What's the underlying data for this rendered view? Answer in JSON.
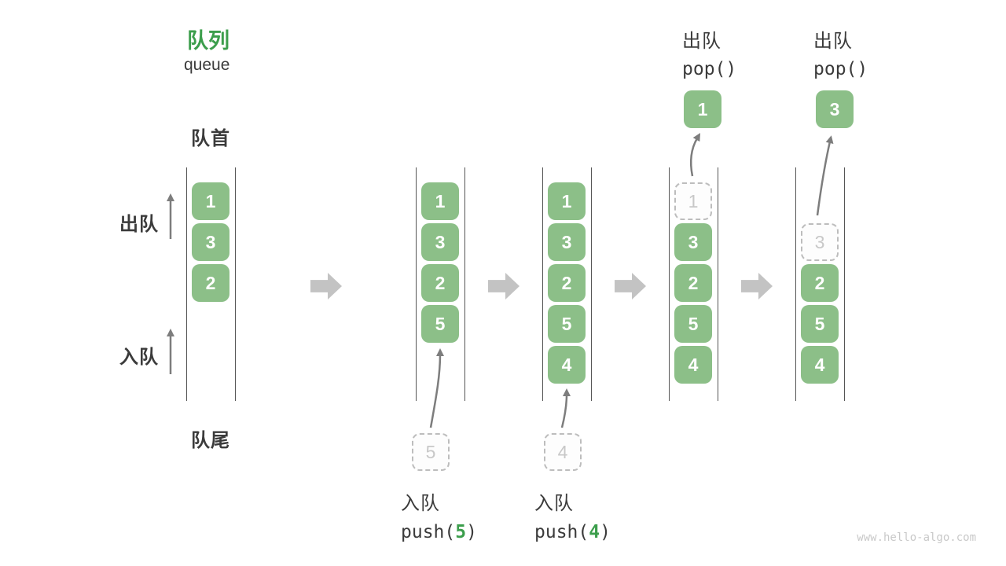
{
  "title": {
    "zh": "队列",
    "en": "queue"
  },
  "labels": {
    "front": "队首",
    "rear": "队尾",
    "dequeue_side": "出队",
    "enqueue_side": "入队"
  },
  "columns": [
    {
      "cells": [
        {
          "v": "1"
        },
        {
          "v": "3"
        },
        {
          "v": "2"
        }
      ]
    },
    {
      "cells": [
        {
          "v": "1"
        },
        {
          "v": "3"
        },
        {
          "v": "2"
        },
        {
          "v": "5"
        }
      ]
    },
    {
      "cells": [
        {
          "v": "1"
        },
        {
          "v": "3"
        },
        {
          "v": "2"
        },
        {
          "v": "5"
        },
        {
          "v": "4"
        }
      ]
    },
    {
      "cells": [
        {
          "v": "1"
        },
        {
          "v": "3"
        },
        {
          "v": "2"
        },
        {
          "v": "5"
        },
        {
          "v": "4"
        }
      ]
    },
    {
      "cells": [
        {
          "v": "3"
        },
        {
          "v": "2"
        },
        {
          "v": "5"
        },
        {
          "v": "4"
        }
      ]
    }
  ],
  "ops": {
    "push5": {
      "title": "入队",
      "fn_open": "push(",
      "arg": "5",
      "fn_close": ")",
      "ghost": "5"
    },
    "push4": {
      "title": "入队",
      "fn_open": "push(",
      "arg": "4",
      "fn_close": ")",
      "ghost": "4"
    },
    "pop1": {
      "title": "出队",
      "fn": "pop()",
      "value": "1"
    },
    "pop3": {
      "title": "出队",
      "fn": "pop()",
      "value": "3"
    }
  },
  "watermark": "www.hello-algo.com",
  "colors": {
    "accent_green": "#3c9e4c",
    "cell_green": "#8cbf88",
    "text_dark": "#3b3b3b",
    "block_arrow_gray": "#c3c3c3",
    "thin_arrow_gray": "#7d7d7d",
    "ghost_gray": "#c8c8c8"
  }
}
